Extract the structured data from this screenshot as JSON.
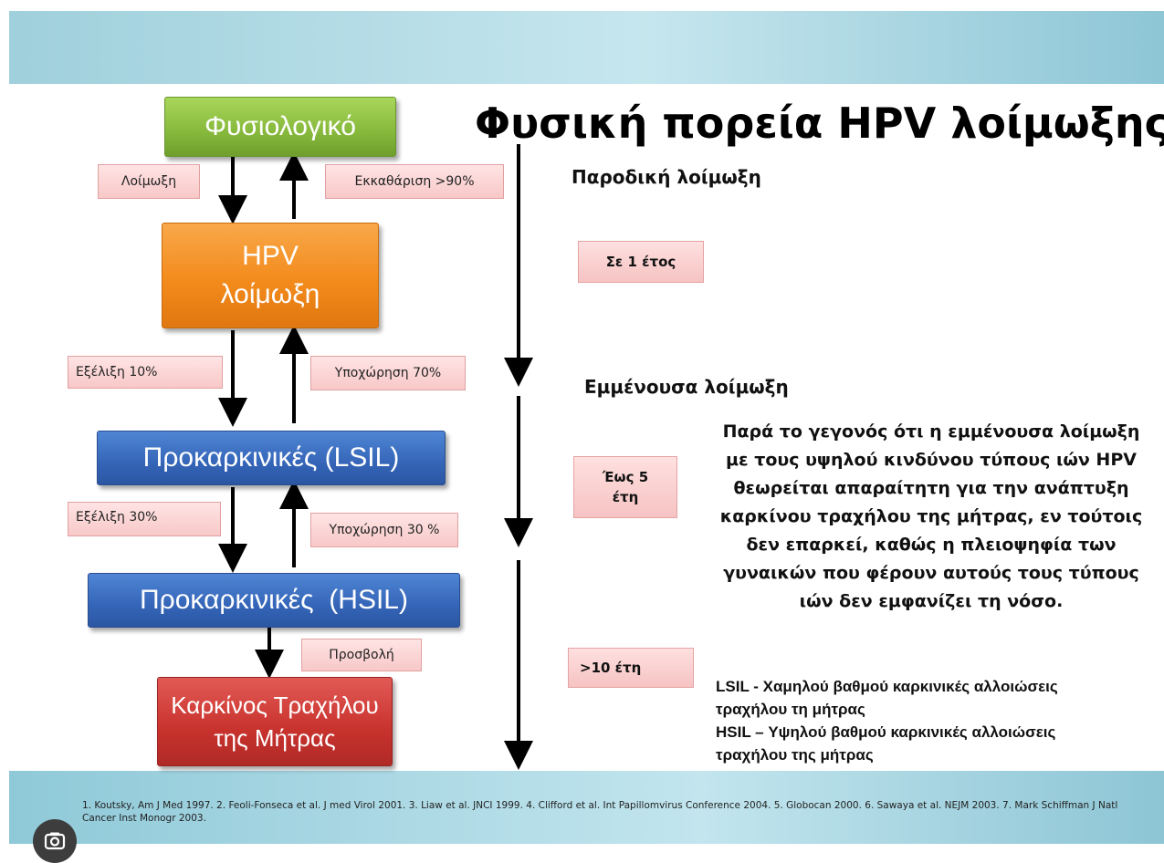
{
  "title": "Φυσική πορεία HPV λοίμωξης",
  "stages": {
    "normal": "Φυσιολογικό",
    "hpv_line1": "HPV",
    "hpv_line2": "λοίμωξη",
    "lsil": "Προκαρκινικές (LSIL)",
    "hsil": "Προκαρκινικές  (HSIL)",
    "cancer_line1": "Καρκίνος Τραχήλου",
    "cancer_line2": "της Μήτρας"
  },
  "transitions": {
    "infection": "Λοίμωξη",
    "clearance": "Εκκαθάριση >90%",
    "progression_10": "Εξέλιξη 10%",
    "regression_70": "Υποχώρηση 70%",
    "progression_30": "Εξέλιξη 30%",
    "regression_30": "Υποχώρηση 30 %",
    "invasion": "Προσβολή"
  },
  "timeline": {
    "transient": "Παροδική λοίμωξη",
    "one_year": "Σε 1 έτος",
    "persistent": "Εμμένουσα λοίμωξη",
    "up_to_5_line1": "Έως 5",
    "up_to_5_line2": "έτη",
    "over_10": ">10 έτη"
  },
  "paragraph": "Παρά το γεγονός ότι η εμμένουσα λοίμωξη με τους υψηλού κινδύνου τύπους ιών HPV θεωρείται απαραίτητη για την ανάπτυξη καρκίνου τραχήλου της μήτρας, εν τούτοις δεν επαρκεί, καθώς η πλειοψηφία των γυναικών που φέρουν αυτούς τους τύπους ιών δεν εμφανίζει τη νόσο.",
  "legend": {
    "lsil_line1": "LSIL - Χαμηλού βαθμού καρκινικές αλλοιώσεις",
    "lsil_line2": "τραχήλου τη μήτρας",
    "hsil_line1": "HSIL – Υψηλού βαθμού καρκινικές αλλοιώσεις",
    "hsil_line2": "τραχήλου της μήτρας"
  },
  "references": "1. Koutsky, Am J Med 1997. 2. Feoli-Fonseca et al. J med Virol 2001. 3. Liaw et al. JNCI 1999. 4. Clifford et al. Int Papillomvirus Conference 2004. 5. Globocan 2000. 6. Sawaya et al. NEJM 2003. 7. Mark Schiffman J Natl Cancer Inst Monogr 2003.",
  "colors": {
    "normal": "#86b83c",
    "hpv": "#f38b1c",
    "precancer": "#3565b8",
    "cancer": "#c8322d",
    "label_bg": "#f8c8c8",
    "band": "#9fd0dc"
  }
}
